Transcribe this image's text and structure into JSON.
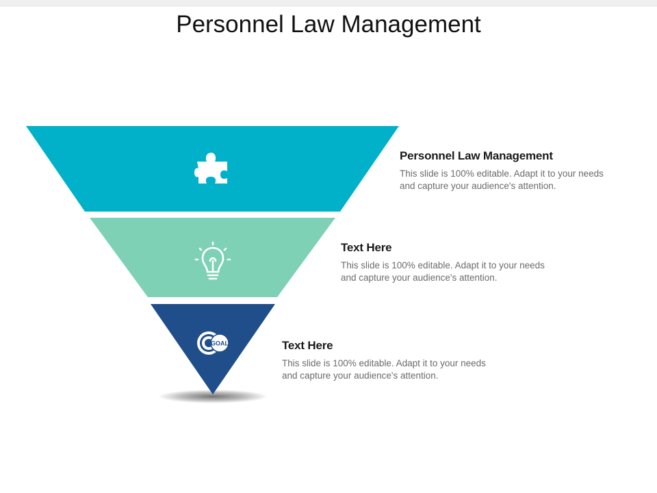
{
  "slide": {
    "title": "Personnel Law Management"
  },
  "funnel": {
    "layers": [
      {
        "color": "#00b1c9",
        "icon": "puzzle-icon"
      },
      {
        "color": "#7fd1b6",
        "icon": "lightbulb-icon"
      },
      {
        "color": "#1f4e8a",
        "icon": "goal-target-icon",
        "icon_text": "GOAL"
      }
    ]
  },
  "items": [
    {
      "heading": "Personnel Law Management",
      "body": "This slide is 100% editable. Adapt it to your needs and capture your audience's attention."
    },
    {
      "heading": "Text Here",
      "body": "This slide is 100% editable. Adapt it to your needs and capture your audience's attention."
    },
    {
      "heading": "Text Here",
      "body": "This slide is 100% editable. Adapt it to your needs and capture your audience's attention."
    }
  ]
}
